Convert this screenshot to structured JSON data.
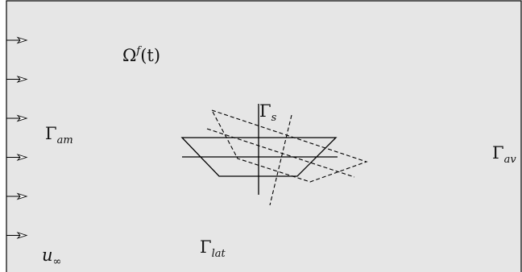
{
  "colors": {
    "fluid_domain": "#e6e6e6",
    "lines": "#000000",
    "text": "#111111"
  },
  "labels": {
    "fluid_domain": {
      "base": "Ω",
      "sup": "f",
      "arg": "(t)"
    },
    "structure_boundary": {
      "base": "Γ",
      "sub": "s"
    },
    "inlet_boundary": {
      "base": "Γ",
      "sub": "am"
    },
    "outlet_boundary": {
      "base": "Γ",
      "sub": "av"
    },
    "lateral_boundary": {
      "base": "Γ",
      "sub": "lat"
    },
    "freestream_velocity": {
      "base": "u",
      "sub": "∞"
    }
  },
  "inflow_arrow_count": 6
}
